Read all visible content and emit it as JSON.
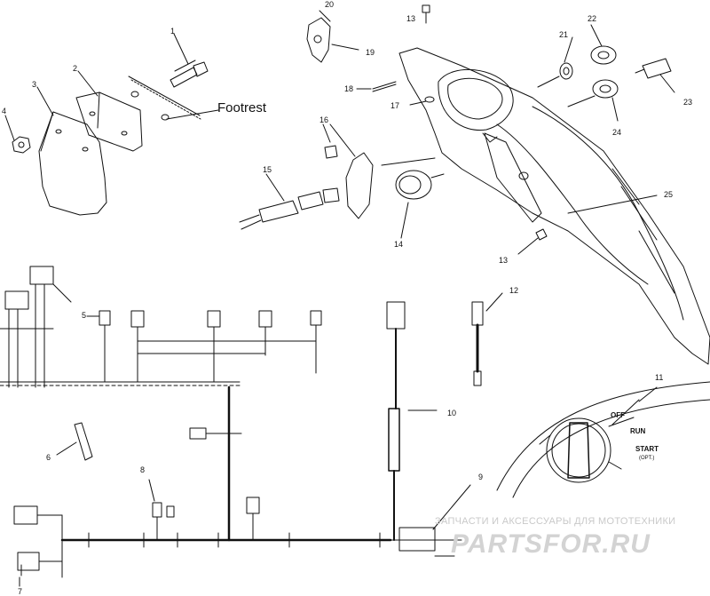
{
  "callouts": {
    "c1": "1",
    "c2": "2",
    "c3": "3",
    "c4": "4",
    "c5": "5",
    "c6": "6",
    "c7": "7",
    "c8": "8",
    "c9": "9",
    "c10": "10",
    "c11": "11",
    "c12": "12",
    "c13a": "13",
    "c13b": "13",
    "c14": "14",
    "c15": "15",
    "c16": "16",
    "c17": "17",
    "c18": "18",
    "c19": "19",
    "c20": "20",
    "c21": "21",
    "c22": "22",
    "c23": "23",
    "c24": "24",
    "c25": "25"
  },
  "labels": {
    "footrest": "Footrest"
  },
  "switch_positions": {
    "off": "OFF",
    "run": "RUN",
    "start": "START",
    "start_sub": "(OPT.)"
  },
  "watermark": {
    "tagline": "ЗАПЧАСТИ И АКСЕССУАРЫ ДЛЯ МОТОТЕХНИКИ",
    "brand": "PARTSFOR.RU"
  }
}
